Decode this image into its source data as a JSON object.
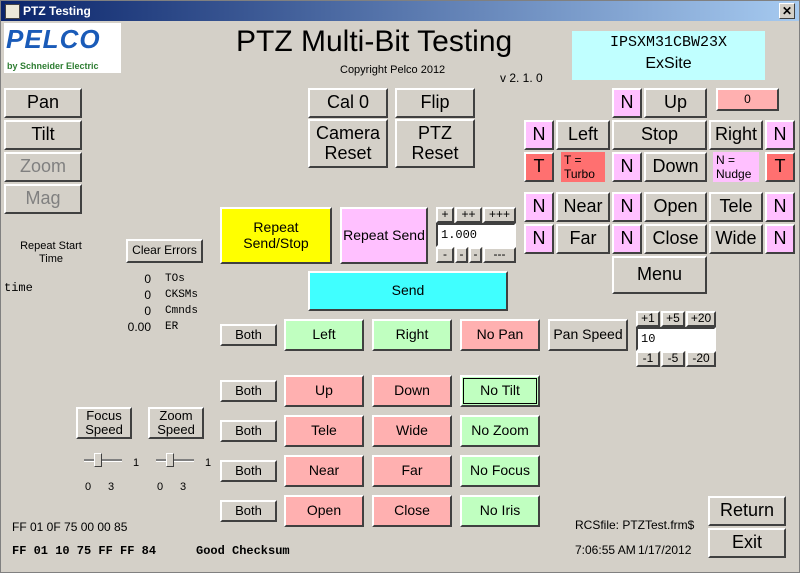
{
  "window": {
    "title": "PTZ Testing",
    "close": "✕"
  },
  "logo": {
    "brand": "PELCO",
    "sub": "by Schneider Electric"
  },
  "header": {
    "title": "PTZ Multi-Bit Testing",
    "copyright": "Copyright Pelco 2012",
    "version": "v 2. 1. 0"
  },
  "device": {
    "model": "IPSXM31CBW23X",
    "site": "ExSite"
  },
  "mode_buttons": [
    "Pan",
    "Tilt",
    "Zoom",
    "Mag"
  ],
  "top": {
    "cal0": "Cal 0",
    "flip": "Flip",
    "camera_reset": "Camera Reset",
    "ptz_reset": "PTZ Reset"
  },
  "dir": {
    "n": "N",
    "t": "T",
    "up": "Up",
    "left": "Left",
    "stop": "Stop",
    "right": "Right",
    "down": "Down",
    "turbo": "T = Turbo",
    "nudge": "N = Nudge",
    "zero": "0",
    "near": "Near",
    "far": "Far",
    "open": "Open",
    "close": "Close",
    "tele": "Tele",
    "wide": "Wide",
    "menu": "Menu"
  },
  "repeat": {
    "send_stop": "Repeat Send/Stop",
    "send": "Repeat Send",
    "value": "1.000",
    "inc": [
      "+",
      "++",
      "+++"
    ],
    "dec": [
      "-",
      "-",
      "-",
      "---"
    ]
  },
  "send": "Send",
  "repeat_start": {
    "label": "Repeat Start Time",
    "value": "time"
  },
  "clear_errors": "Clear Errors",
  "stats": [
    {
      "v": "0",
      "k": "TOs"
    },
    {
      "v": "0",
      "k": "CKSMs"
    },
    {
      "v": "0",
      "k": "Cmnds"
    },
    {
      "v": "0.00",
      "k": "ER"
    }
  ],
  "rows": {
    "both": "Both",
    "pan": [
      "Left",
      "Right",
      "No Pan"
    ],
    "tilt": [
      "Up",
      "Down",
      "No Tilt"
    ],
    "zoom": [
      "Tele",
      "Wide",
      "No Zoom"
    ],
    "focus": [
      "Near",
      "Far",
      "No Focus"
    ],
    "iris": [
      "Open",
      "Close",
      "No Iris"
    ]
  },
  "pan_speed": {
    "label": "Pan Speed",
    "value": "10",
    "inc": [
      "+1",
      "+5",
      "+20"
    ],
    "dec": [
      "-1",
      "-5",
      "-20"
    ]
  },
  "focus_speed": {
    "label": "Focus Speed",
    "min": "0",
    "max": "3",
    "val": "1"
  },
  "zoom_speed": {
    "label": "Zoom Speed",
    "min": "0",
    "max": "3",
    "val": "1"
  },
  "status": {
    "cmd": "FF 01 0F 75 00 00 85",
    "resp": "FF 01 10 75 FF FF 84",
    "check": "Good Checksum",
    "rcsfile": "RCSfile: PTZTest.frm$",
    "time": "7:06:55 AM",
    "date": "1/17/2012"
  },
  "nav": {
    "return": "Return",
    "exit": "Exit"
  }
}
